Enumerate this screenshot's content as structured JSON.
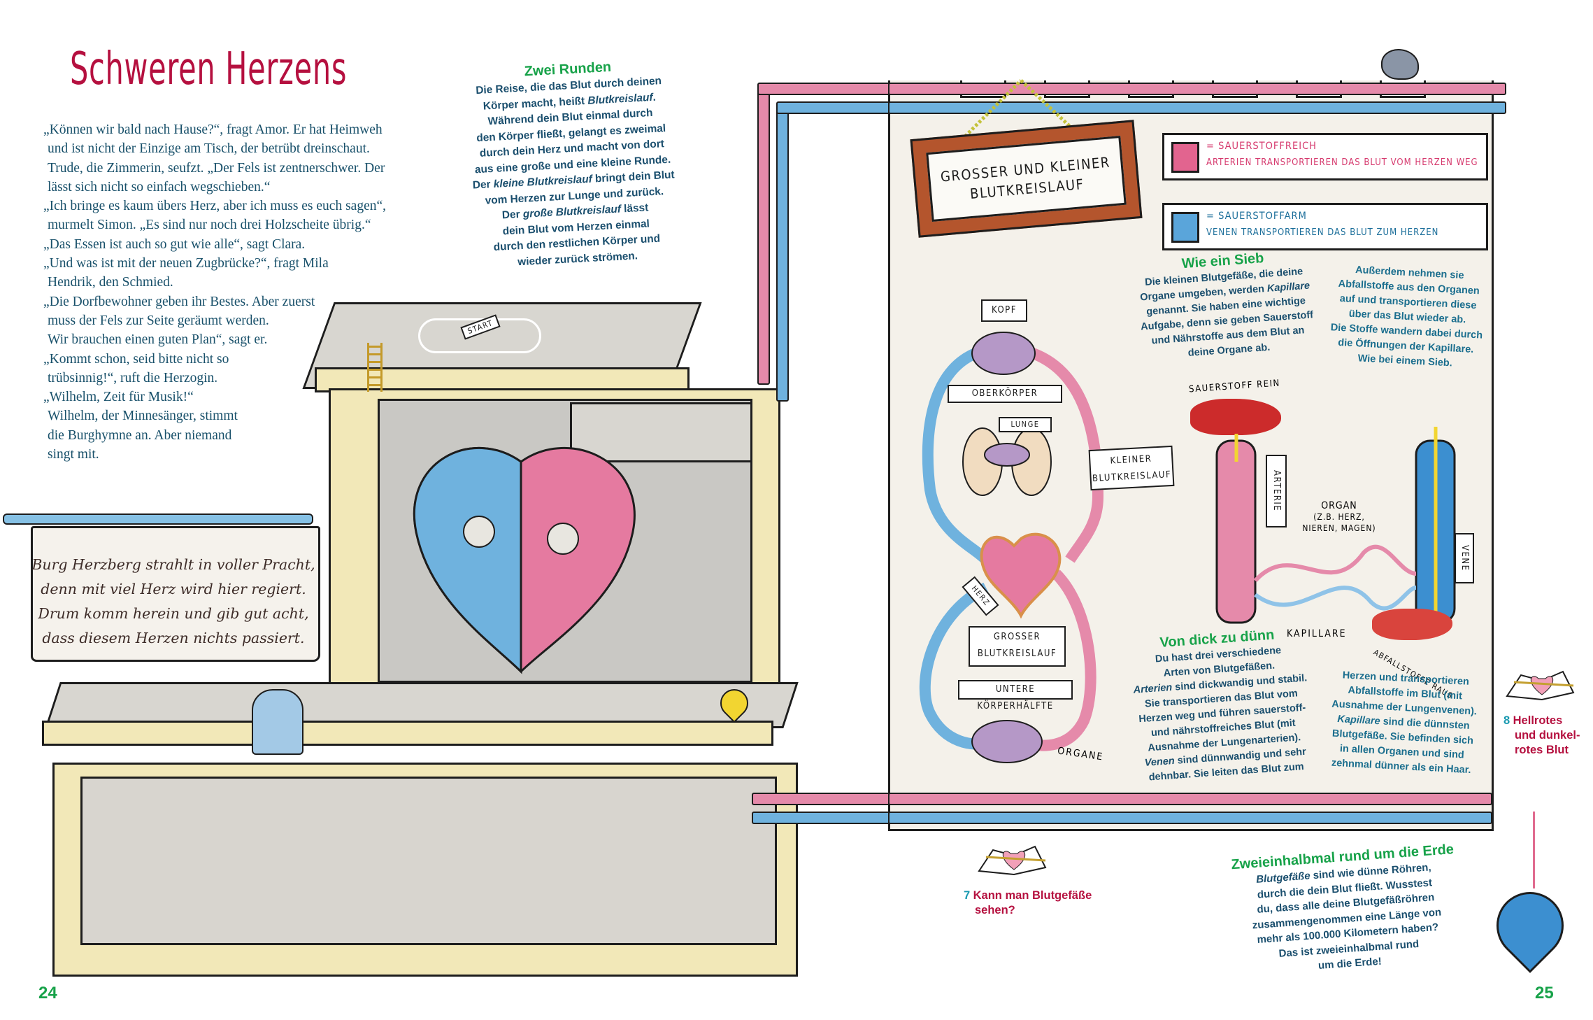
{
  "left_page": {
    "title": "Schweren Herzens",
    "story_lines": [
      "„Können wir bald nach Hause?“, fragt Amor. Er hat Heimweh",
      "und ist nicht der Einzige am Tisch, der betrübt dreinschaut.",
      "Trude, die Zimmerin, seufzt. „Der Fels ist zentnerschwer. Der",
      "lässt sich nicht so einfach wegschieben.“",
      "„Ich bringe es kaum übers Herz, aber ich muss es euch sagen“,",
      "murmelt Simon. „Es sind nur noch drei Holzscheite übrig.“",
      "„Das Essen ist auch so gut wie alle“, sagt Clara.",
      "„Und was ist mit der neuen Zugbrücke?“, fragt Mila",
      "Hendrik, den Schmied.",
      "„Die Dorfbewohner geben ihr Bestes. Aber zuerst",
      "muss der Fels zur Seite geräumt werden.",
      "Wir brauchen einen guten Plan“, sagt er.",
      "„Kommt schon, seid bitte nicht so",
      "trübsinnig!“, ruft die Herzogin.",
      "„Wilhelm, Zeit für Musik!“",
      "Wilhelm, der Minnesänger, stimmt",
      "die Burghymne an. Aber niemand",
      "singt mit."
    ],
    "banner_lines": [
      "Burg Herzberg strahlt in voller Pracht,",
      "denn mit viel Herz wird hier regiert.",
      "Drum komm herein und gib gut acht,",
      "dass diesem Herzen nichts passiert."
    ],
    "start_sign": "START",
    "page_number": "24"
  },
  "zwei_runden": {
    "heading": "Zwei Runden",
    "lines": [
      "Die Reise, die das Blut durch deinen",
      "Körper macht, heißt <i>Blutkreislauf</i>.",
      "Während dein Blut einmal durch",
      "den Körper fließt, gelangt es zweimal",
      "durch dein Herz und macht von dort",
      "aus eine große und eine kleine Runde.",
      "Der <i>kleine Blutkreislauf</i> bringt dein Blut",
      "vom Herzen zur Lunge und zurück.",
      "Der <i>große Blutkreislauf</i> lässt",
      "dein Blut vom Herzen einmal",
      "durch den restlichen Körper und",
      "wieder zurück strömen."
    ]
  },
  "right_page": {
    "sign_lines": [
      "GROSSER UND KLEINER",
      "BLUTKREISLAUF"
    ],
    "legend": [
      {
        "color": "#e2648f",
        "line1": "= SAUERSTOFFREICH",
        "line2": "ARTERIEN TRANSPORTIEREN DAS BLUT VOM HERZEN WEG",
        "text_color": "#d63a6e"
      },
      {
        "color": "#5aa5da",
        "line1": "= SAUERSTOFFARM",
        "line2": "VENEN TRANSPORTIEREN DAS BLUT ZUM HERZEN",
        "text_color": "#1b6e9a"
      }
    ],
    "diagram_labels": {
      "kopf": "KOPF",
      "oberkoerper": "OBERKÖRPER",
      "lunge": "LUNGE",
      "kleiner": [
        "KLEINER",
        "BLUTKREISLAUF"
      ],
      "herz": "HERZ",
      "grosser": [
        "GROSSER",
        "BLUTKREISLAUF"
      ],
      "untere": "UNTERE KÖRPERHÄLFTE",
      "organe": "ORGANE",
      "sauerstoff_rein": "SAUERSTOFF REIN",
      "arterie": "ARTERIE",
      "organ": [
        "ORGAN",
        "(Z.B. HERZ,",
        "NIEREN, MAGEN)"
      ],
      "vene": "VENE",
      "kapillare": "KAPILLARE",
      "abfallstoffe_raus": "ABFALLSTOFFE RAUS"
    },
    "wie_ein_sieb": {
      "heading": "Wie ein Sieb",
      "lines": [
        "Die kleinen Blutgefäße, die deine",
        "Organe umgeben, werden <i>Kapillare</i>",
        "genannt. Sie haben eine wichtige",
        "Aufgabe, denn sie geben Sauerstoff",
        "und Nährstoffe aus dem Blut an",
        "deine Organe ab."
      ],
      "lines2": [
        "Außerdem nehmen sie",
        "Abfallstoffe aus den Organen",
        "auf und transportieren diese",
        "über das Blut wieder ab.",
        "Die Stoffe wandern dabei durch",
        "die Öffnungen der Kapillare.",
        "Wie bei einem Sieb."
      ]
    },
    "von_dick_zu_duenn": {
      "heading": "Von dick zu dünn",
      "lines": [
        "Du hast drei verschiedene",
        "Arten von Blutgefäßen.",
        "<i>Arterien</i> sind dickwandig und stabil.",
        "Sie transportieren das Blut vom",
        "Herzen weg und führen sauerstoff-",
        "und nährstoffreiches Blut (mit",
        "Ausnahme der Lungenarterien).",
        "<i>Venen</i> sind dünnwandig und sehr",
        "dehnbar. Sie leiten das Blut zum"
      ],
      "lines2": [
        "Herzen und transportieren",
        "Abfallstoffe im Blut (mit",
        "Ausnahme der Lungenvenen).",
        "<i>Kapillare</i> sind die dünnsten",
        "Blutgefäße. Sie befinden sich",
        "in allen Organen und sind",
        "zehnmal dünner als ein Haar."
      ]
    },
    "zweieinhalbmal": {
      "heading": "Zweieinhalbmal rund um die Erde",
      "lines": [
        "<i>Blutgefäße</i> sind wie dünne Röhren,",
        "durch die dein Blut fließt. Wusstest",
        "du, dass alle deine Blutgefäßröhren",
        "zusammengenommen eine Länge von",
        "mehr als 100.000 Kilometern haben?",
        "Das ist zweieinhalbmal rund",
        "um die Erde!"
      ]
    },
    "refs": [
      {
        "num": "7",
        "title_lines": [
          "Kann man Blutgefäße",
          "sehen?"
        ]
      },
      {
        "num": "8",
        "title_lines": [
          "Hellrotes",
          "und dunkel-",
          "rotes Blut"
        ]
      }
    ],
    "page_number": "25"
  }
}
